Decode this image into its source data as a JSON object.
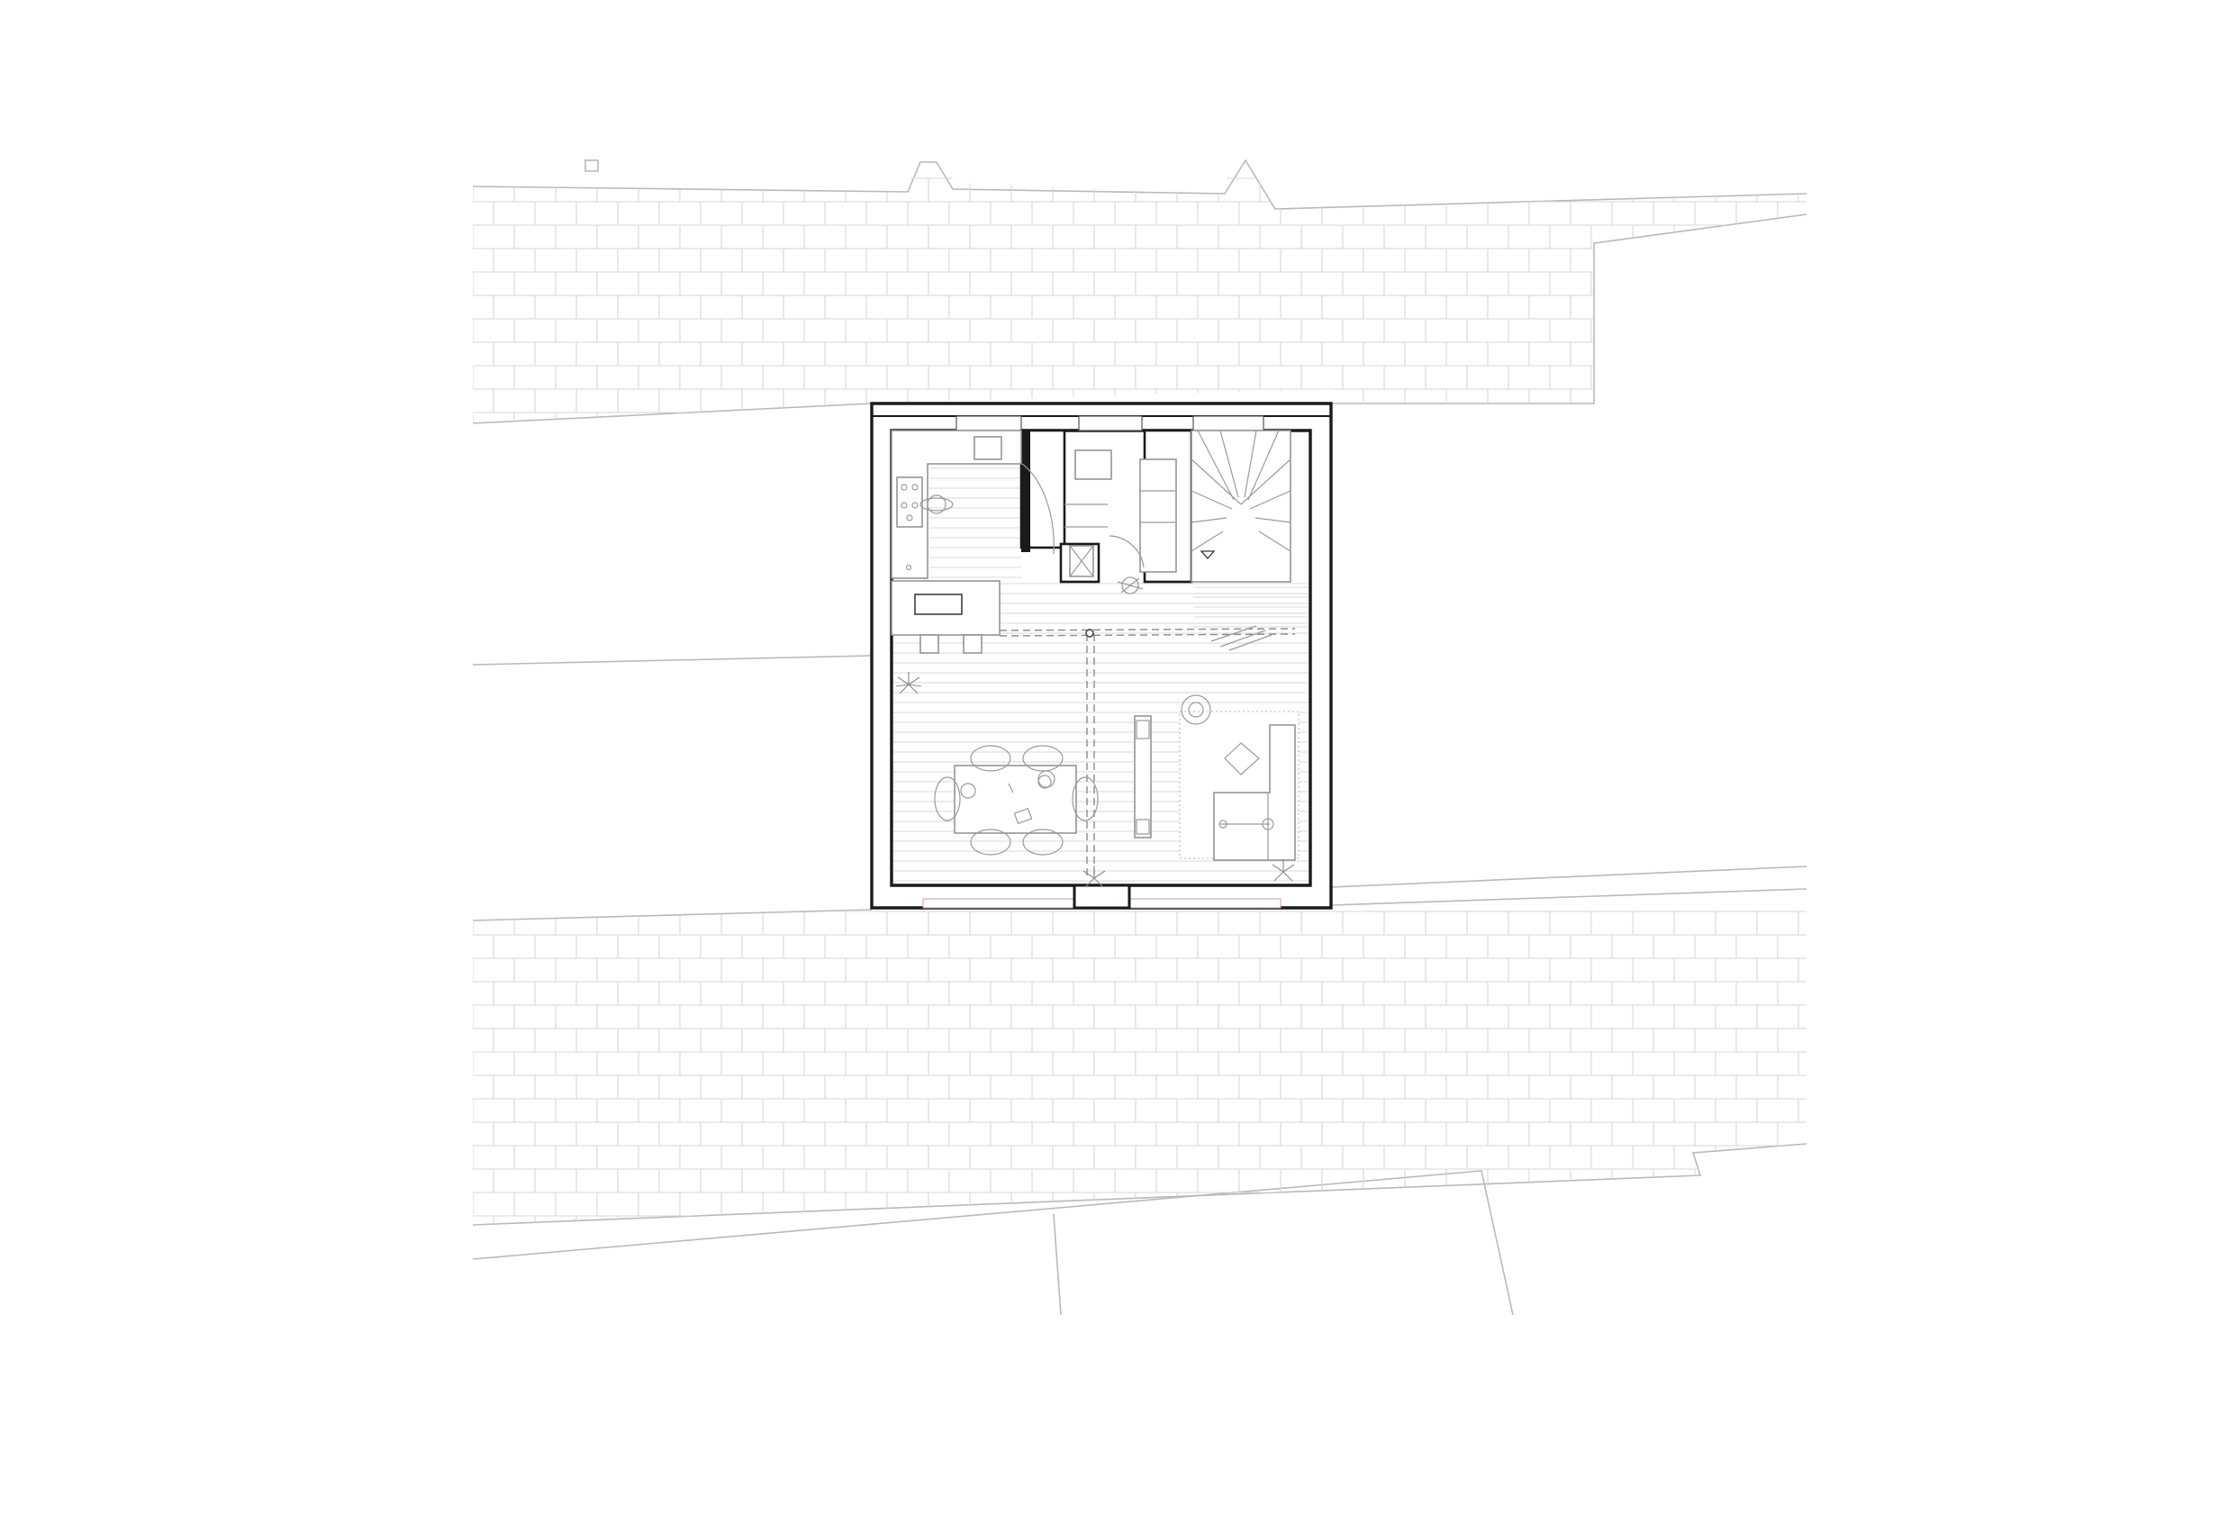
{
  "drawing": {
    "type": "architectural floor plan",
    "colors": {
      "walls": "#1a1a1a",
      "furniture": "#8e8e8e",
      "context": "#b9b9b9",
      "paving": "#d7d7d7",
      "background": "#ffffff"
    },
    "rooms": [
      {
        "name": "kitchen"
      },
      {
        "name": "bathroom"
      },
      {
        "name": "stair"
      },
      {
        "name": "dining"
      },
      {
        "name": "living"
      }
    ]
  }
}
